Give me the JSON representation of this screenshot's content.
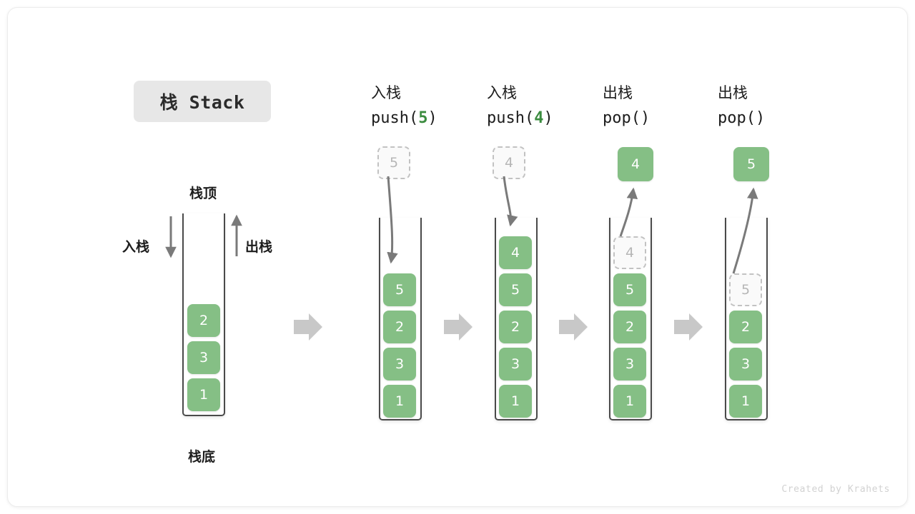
{
  "title": {
    "text": "栈 Stack"
  },
  "footer": {
    "credit": "Created by Krahets"
  },
  "legend": {
    "top_label": "栈顶",
    "bottom_label": "栈底",
    "push_label": "入栈",
    "pop_label": "出栈"
  },
  "colors": {
    "element_fill": "#85bf85",
    "element_text": "#ffffff",
    "ghost_fill": "#fafafa",
    "ghost_border": "#c2c2c2",
    "ghost_text": "#b6b6b6",
    "vessel_stroke": "#4a4a4a",
    "arrow_gray": "#7a7a7a",
    "step_arrow": "#c8c8c8",
    "accent_green": "#3b8c3f",
    "badge_bg": "#e7e7e7"
  },
  "operations": [
    {
      "cn": "入栈",
      "code_prefix": "push(",
      "arg": "5",
      "code_suffix": ")"
    },
    {
      "cn": "入栈",
      "code_prefix": "push(",
      "arg": "4",
      "code_suffix": ")"
    },
    {
      "cn": "出栈",
      "code_prefix": "pop(",
      "arg": "",
      "code_suffix": ")"
    },
    {
      "cn": "出栈",
      "code_prefix": "pop(",
      "arg": "",
      "code_suffix": ")"
    }
  ],
  "stacks": [
    {
      "name": "initial",
      "elements_top_to_bottom": [
        "2",
        "3",
        "1"
      ],
      "floating": null,
      "in_stack_ghost": null
    },
    {
      "name": "after-push-5",
      "elements_top_to_bottom": [
        "5",
        "2",
        "3",
        "1"
      ],
      "floating": {
        "value": "5",
        "style": "ghost",
        "direction": "down"
      },
      "in_stack_ghost": null
    },
    {
      "name": "after-push-4",
      "elements_top_to_bottom": [
        "4",
        "5",
        "2",
        "3",
        "1"
      ],
      "floating": {
        "value": "4",
        "style": "ghost",
        "direction": "down"
      },
      "in_stack_ghost": null
    },
    {
      "name": "after-pop-4",
      "elements_top_to_bottom": [
        "5",
        "2",
        "3",
        "1"
      ],
      "floating": {
        "value": "4",
        "style": "filled",
        "direction": "up"
      },
      "in_stack_ghost": {
        "value": "4"
      }
    },
    {
      "name": "after-pop-5",
      "elements_top_to_bottom": [
        "2",
        "3",
        "1"
      ],
      "floating": {
        "value": "5",
        "style": "filled",
        "direction": "up"
      },
      "in_stack_ghost": {
        "value": "5"
      }
    }
  ],
  "step_arrows": {
    "count": 4,
    "glyph": "step-arrow-right"
  }
}
